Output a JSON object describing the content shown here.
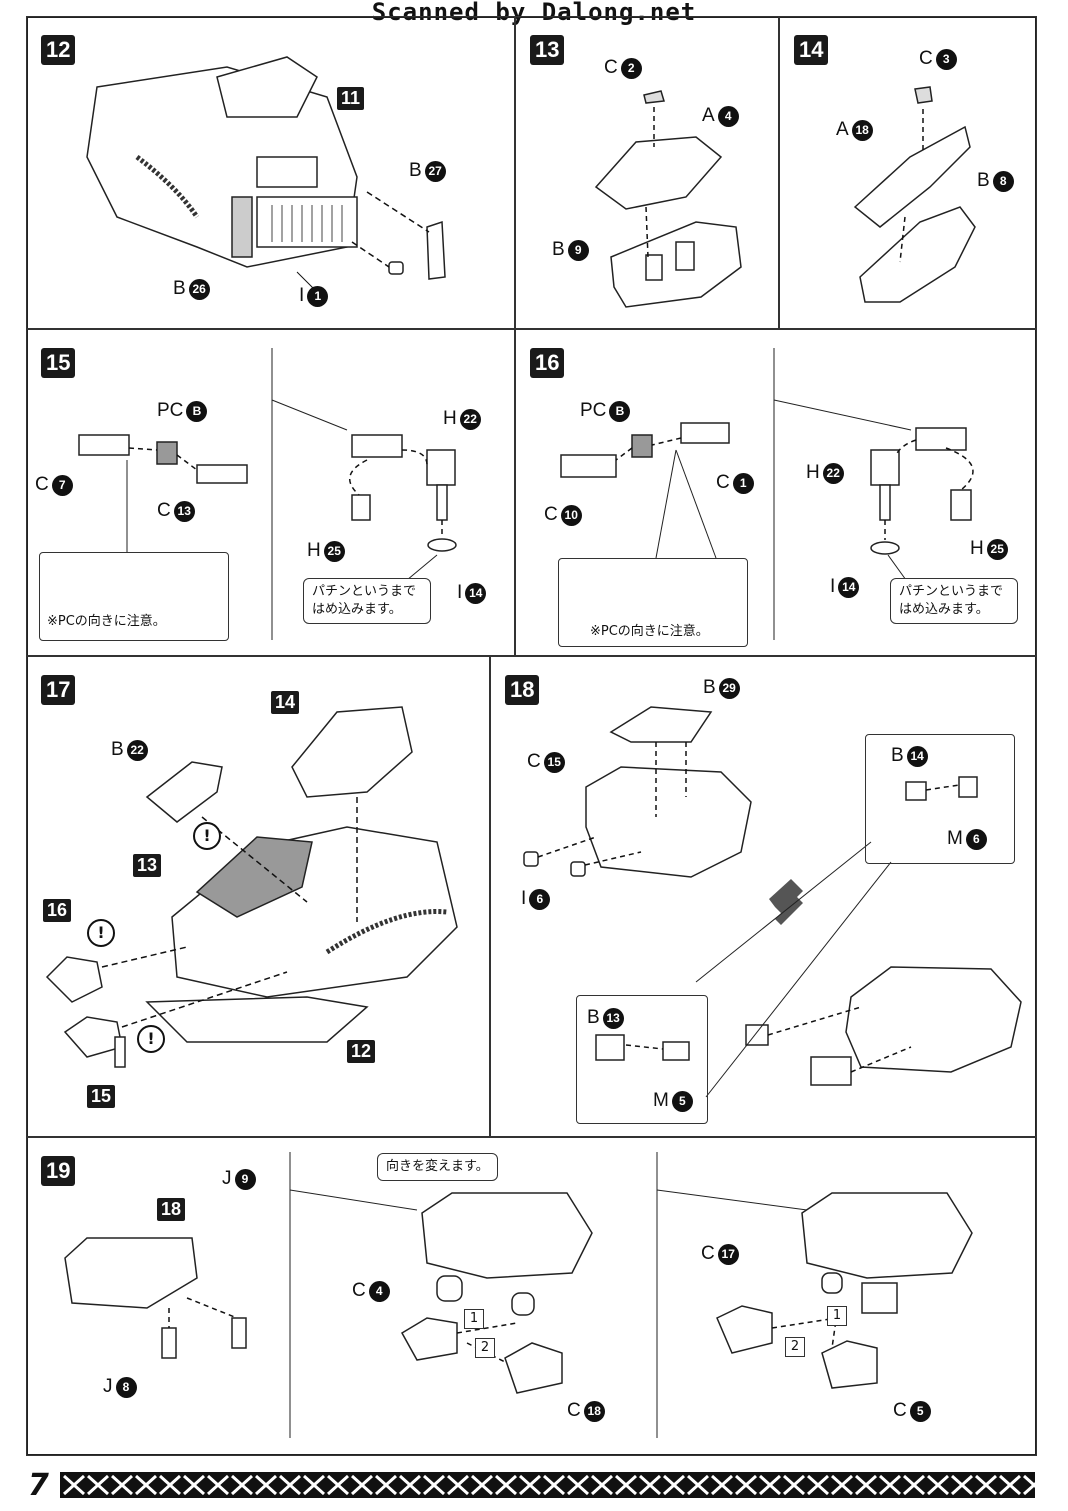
{
  "header": {
    "scan_credit": "Scanned by Dalong.net"
  },
  "page_number": "7",
  "steps": {
    "s12": {
      "num": "12",
      "ref": "11",
      "parts": [
        {
          "letter": "B",
          "num": "27"
        },
        {
          "letter": "B",
          "num": "26"
        },
        {
          "letter": "I",
          "num": "1"
        }
      ]
    },
    "s13": {
      "num": "13",
      "parts": [
        {
          "letter": "C",
          "num": "2"
        },
        {
          "letter": "A",
          "num": "4"
        },
        {
          "letter": "B",
          "num": "9"
        }
      ]
    },
    "s14": {
      "num": "14",
      "parts": [
        {
          "letter": "C",
          "num": "3"
        },
        {
          "letter": "A",
          "num": "18"
        },
        {
          "letter": "B",
          "num": "8"
        }
      ]
    },
    "s15": {
      "num": "15",
      "parts": [
        {
          "letter": "PC",
          "num": "B"
        },
        {
          "letter": "C",
          "num": "7"
        },
        {
          "letter": "C",
          "num": "13"
        },
        {
          "letter": "H",
          "num": "22"
        },
        {
          "letter": "H",
          "num": "25"
        },
        {
          "letter": "I",
          "num": "14"
        }
      ],
      "pc_note": "※PCの向きに注意。",
      "snap_note": "パチンというまではめ込みます。"
    },
    "s16": {
      "num": "16",
      "parts": [
        {
          "letter": "PC",
          "num": "B"
        },
        {
          "letter": "C",
          "num": "1"
        },
        {
          "letter": "C",
          "num": "10"
        },
        {
          "letter": "H",
          "num": "22"
        },
        {
          "letter": "H",
          "num": "25"
        },
        {
          "letter": "I",
          "num": "14"
        }
      ],
      "pc_note": "※PCの向きに注意。",
      "snap_note": "パチンというまではめ込みます。"
    },
    "s17": {
      "num": "17",
      "refs": [
        "14",
        "13",
        "16",
        "15",
        "12"
      ],
      "parts": [
        {
          "letter": "B",
          "num": "22"
        }
      ],
      "warn": "!"
    },
    "s18": {
      "num": "18",
      "parts": [
        {
          "letter": "B",
          "num": "29"
        },
        {
          "letter": "C",
          "num": "15"
        },
        {
          "letter": "I",
          "num": "6"
        },
        {
          "letter": "B",
          "num": "14"
        },
        {
          "letter": "M",
          "num": "6"
        },
        {
          "letter": "B",
          "num": "13"
        },
        {
          "letter": "M",
          "num": "5"
        }
      ]
    },
    "s19": {
      "num": "19",
      "ref": "18",
      "turn_note": "向きを変えます。",
      "parts": [
        {
          "letter": "J",
          "num": "9"
        },
        {
          "letter": "J",
          "num": "8"
        },
        {
          "letter": "C",
          "num": "4"
        },
        {
          "letter": "C",
          "num": "18"
        },
        {
          "letter": "C",
          "num": "17"
        },
        {
          "letter": "C",
          "num": "5"
        }
      ],
      "order": [
        "1",
        "2"
      ]
    }
  }
}
